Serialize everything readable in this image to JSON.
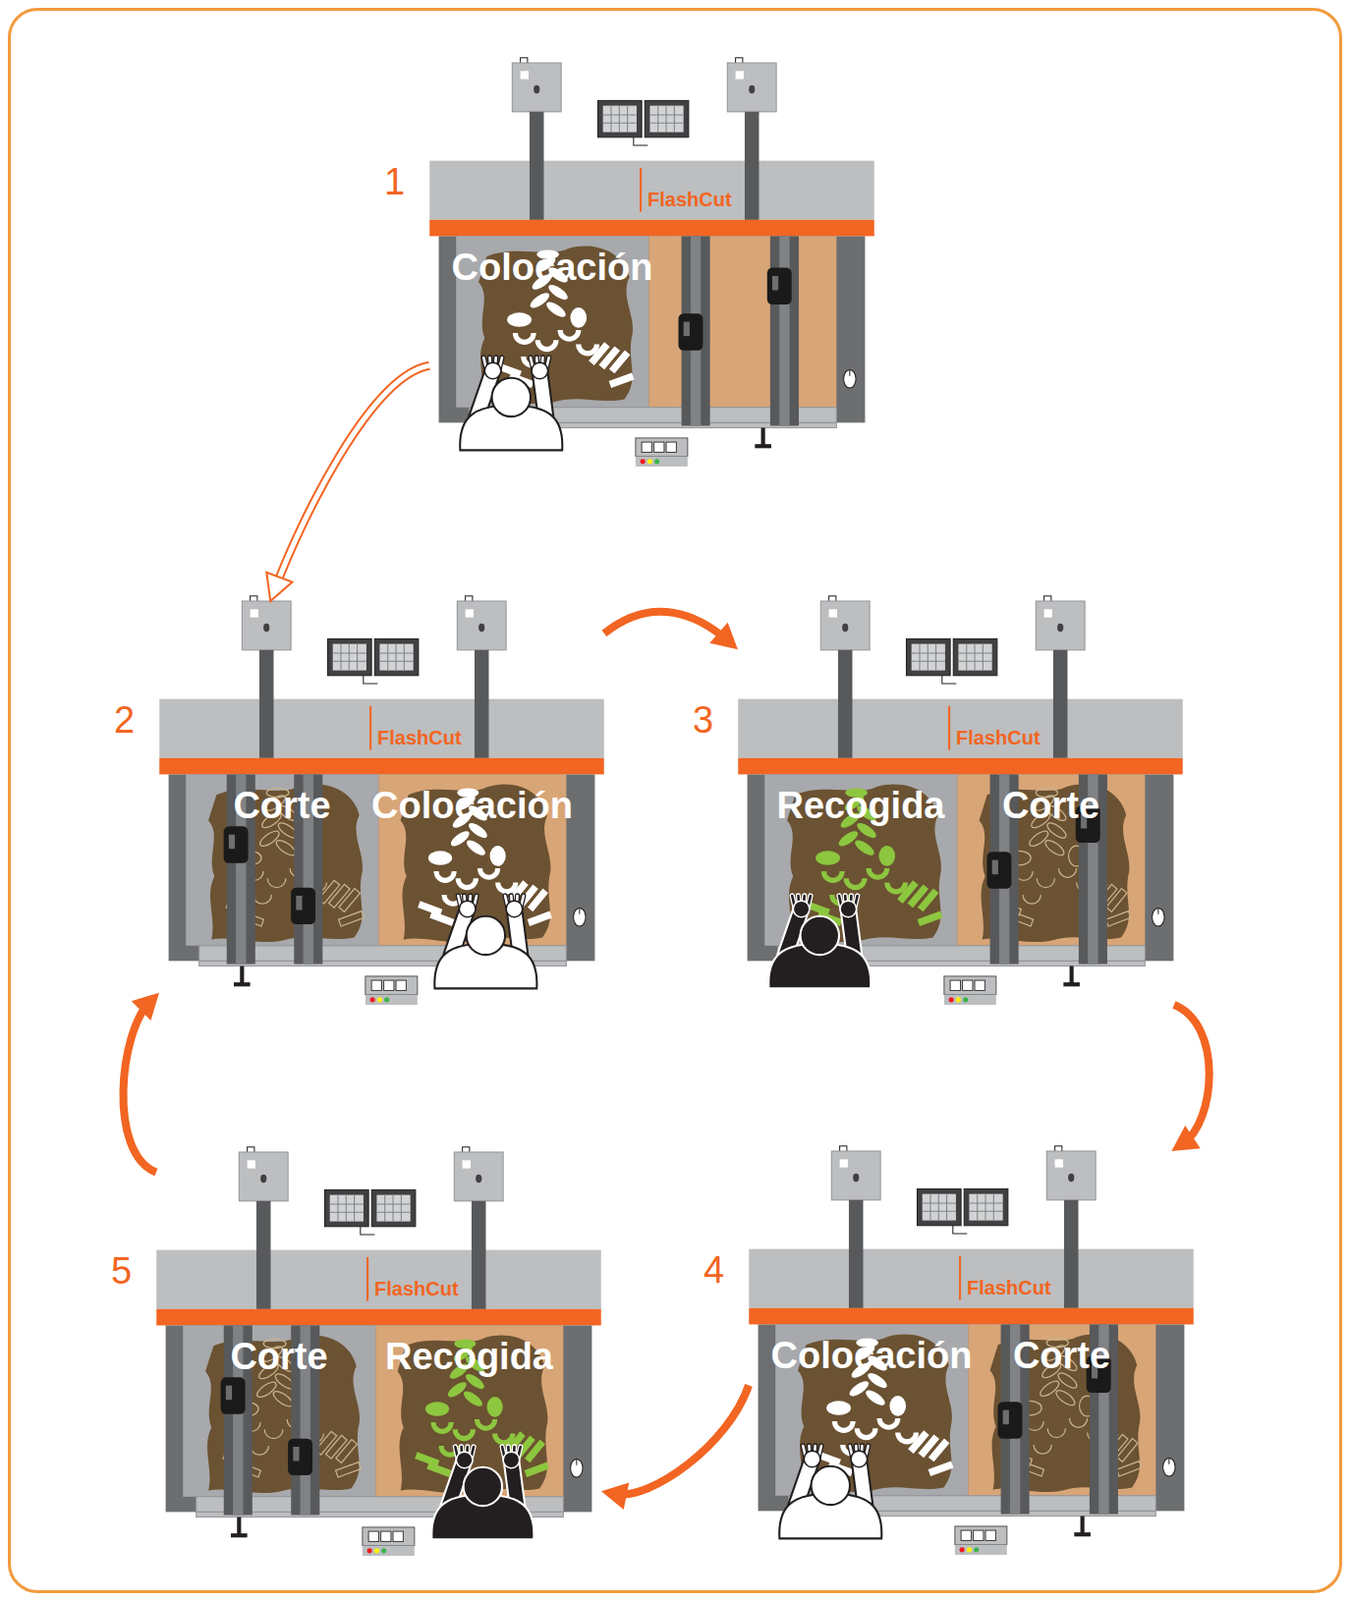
{
  "diagram": {
    "nodes": [
      {
        "text": [
          "1",
          "FlashCut"
        ]
      },
      {
        "text": [
          "Colocación"
        ],
        "in": 0
      },
      {
        "text": [
          "2",
          "FlashCut"
        ]
      },
      {
        "text": [
          "Corte"
        ],
        "in": 2
      },
      {
        "text": [
          "Colocación"
        ],
        "in": 2
      },
      {
        "text": [
          "3",
          "FlashCut"
        ]
      },
      {
        "text": [
          "Recogida"
        ],
        "in": 5
      },
      {
        "text": [
          "Corte"
        ],
        "in": 5
      },
      {
        "text": [
          "4",
          "FlashCut"
        ]
      },
      {
        "text": [
          "Colocación"
        ],
        "in": 8
      },
      {
        "text": [
          "Corte"
        ],
        "in": 8
      },
      {
        "text": [
          "5",
          "FlashCut"
        ]
      },
      {
        "text": [
          "Corte"
        ],
        "in": 11
      },
      {
        "text": [
          "Recogida"
        ],
        "in": 11
      }
    ],
    "edges": [
      {
        "from": 0,
        "to": 2,
        "arrow": "to"
      },
      {
        "from": 2,
        "to": 5,
        "arrow": "to"
      },
      {
        "from": 5,
        "to": 8,
        "arrow": "to"
      },
      {
        "from": 8,
        "to": 11,
        "arrow": "to"
      },
      {
        "from": 11,
        "to": 2,
        "arrow": "to"
      }
    ]
  }
}
